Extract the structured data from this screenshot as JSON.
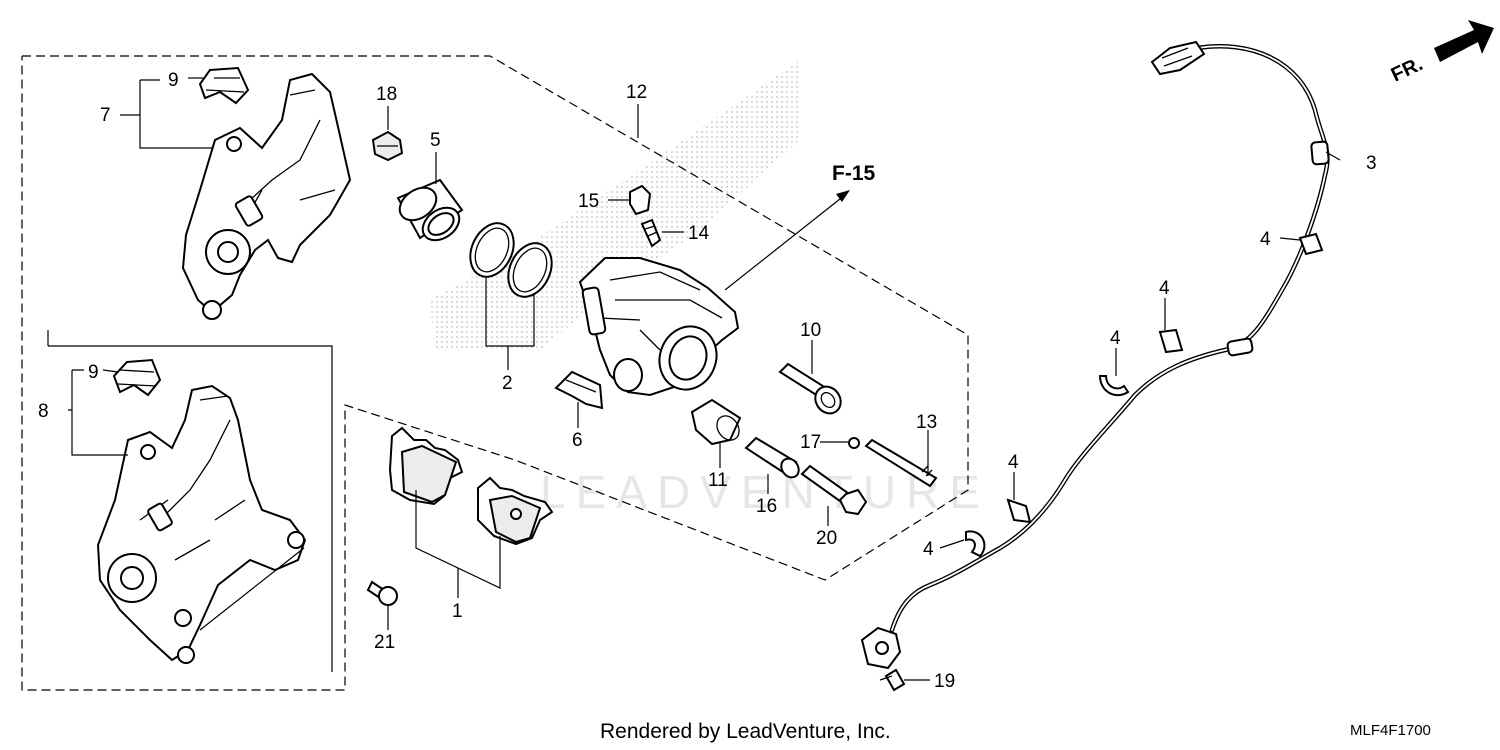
{
  "diagram": {
    "reference_label": "F-15",
    "direction_label": "FR.",
    "watermark": "LEADVENTURE",
    "footer_text": "Rendered by LeadVenture, Inc.",
    "drawing_code": "MLF4F1700",
    "callouts": {
      "c1": "1",
      "c2": "2",
      "c3": "3",
      "c4a": "4",
      "c4b": "4",
      "c4c": "4",
      "c4d": "4",
      "c4e": "4",
      "c5": "5",
      "c6": "6",
      "c7": "7",
      "c8": "8",
      "c9a": "9",
      "c9b": "9",
      "c10": "10",
      "c11": "11",
      "c12": "12",
      "c13": "13",
      "c14": "14",
      "c15": "15",
      "c16": "16",
      "c17": "17",
      "c18": "18",
      "c19": "19",
      "c20": "20",
      "c21": "21"
    }
  }
}
